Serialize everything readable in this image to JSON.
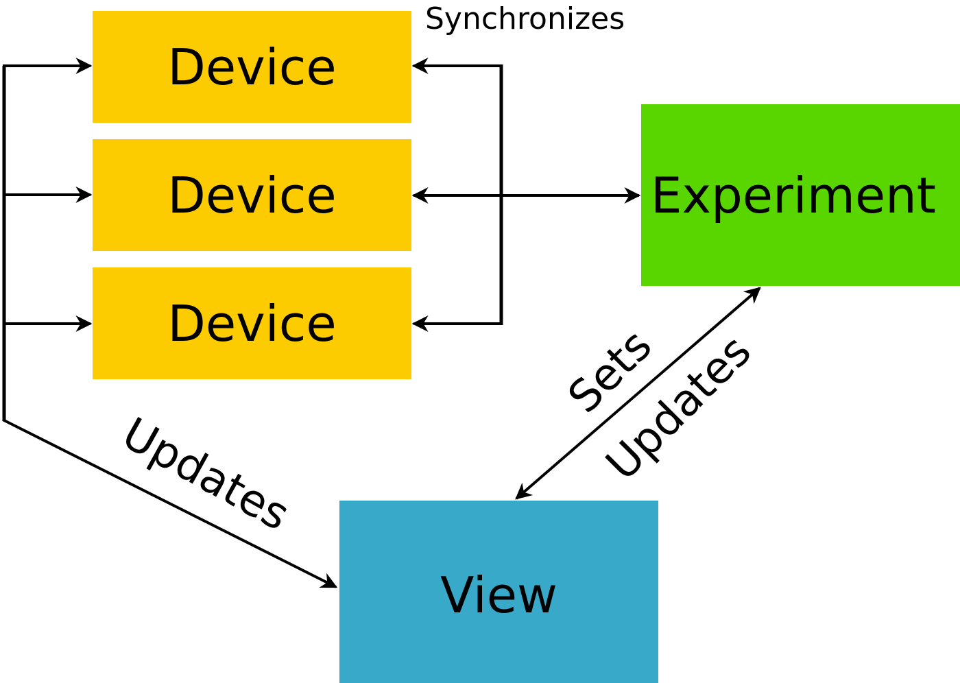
{
  "diagram": {
    "nodes": {
      "device_1": "Device",
      "device_2": "Device",
      "device_3": "Device",
      "experiment": "Experiment",
      "view": "View"
    },
    "edge_labels": {
      "synchronizes": "Synchronizes",
      "updates_devices_to_view": "Updates",
      "sets": "Sets",
      "updates_experiment_to_view": "Updates"
    },
    "colors": {
      "device": "#fccb00",
      "experiment": "#59d600",
      "view": "#39a9c9",
      "arrow": "#000000"
    }
  }
}
